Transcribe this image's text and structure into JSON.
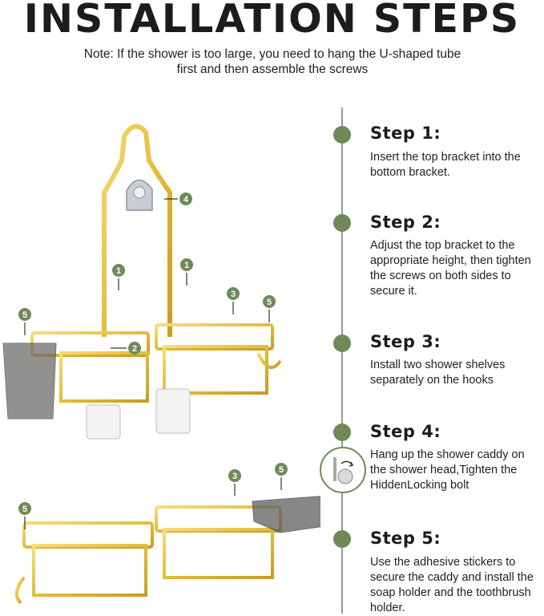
{
  "header": {
    "title": "INSTALLATION STEPS",
    "note_line1": "Note: If the shower is too large, you need to hang the U-shaped tube",
    "note_line2": "first and then assemble the screws"
  },
  "steps": [
    {
      "title": "Step 1:",
      "desc": "Insert the top bracket into the bottom bracket."
    },
    {
      "title": "Step 2:",
      "desc": "Adjust the top bracket to the appropriate height, then tighten the screws on both sides to secure it."
    },
    {
      "title": "Step 3:",
      "desc": "Install two shower shelves separately on the hooks"
    },
    {
      "title": "Step 4:",
      "desc": "Hang up the shower caddy on the shower head,Tighten the HiddenLocking bolt"
    },
    {
      "title": "Step 5:",
      "desc": "Use the adhesive stickers to secure the caddy and install the soap holder and the toothbrush holder."
    }
  ],
  "callouts": [
    "1",
    "1",
    "2",
    "3",
    "3",
    "4",
    "5",
    "5",
    "5",
    "5"
  ],
  "colors": {
    "accent_green": "#6f8a58",
    "caddy_gold": "#e8c442",
    "timeline_gray": "#9a9a9a"
  }
}
